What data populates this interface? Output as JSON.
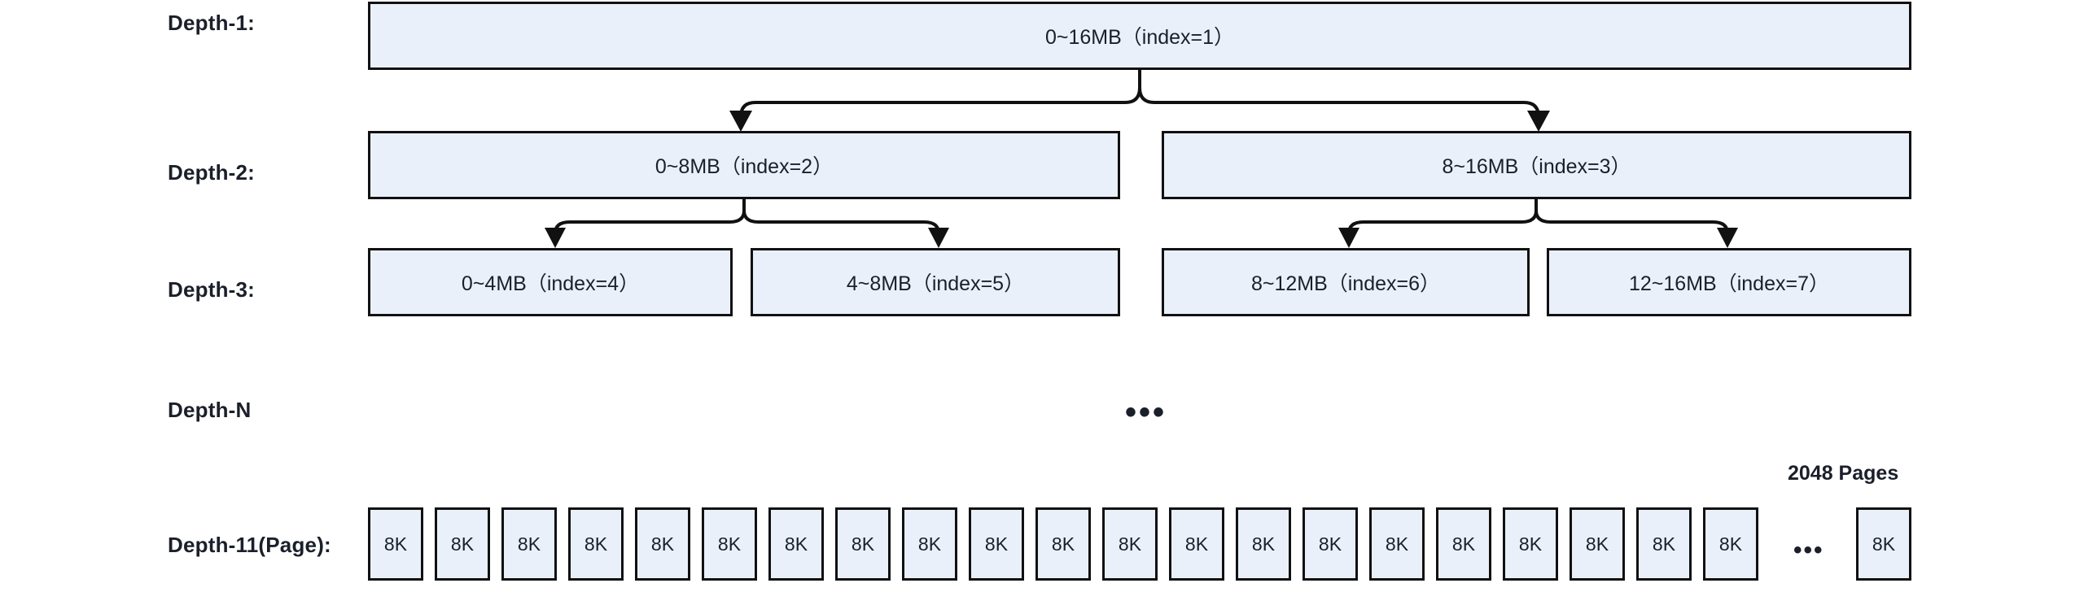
{
  "diagram": {
    "title": "Buddy allocator depth tree",
    "colors": {
      "node_fill": "#eaf0fa",
      "node_border": "#111111",
      "text": "#1b1f2a",
      "background": "#ffffff"
    },
    "rows": [
      {
        "label": "Depth-1:",
        "nodes": [
          {
            "text": "0~16MB（index=1）"
          }
        ]
      },
      {
        "label": "Depth-2:",
        "nodes": [
          {
            "text": "0~8MB（index=2）"
          },
          {
            "text": "8~16MB（index=3）"
          }
        ]
      },
      {
        "label": "Depth-3:",
        "nodes": [
          {
            "text": "0~4MB（index=4）"
          },
          {
            "text": "4~8MB（index=5）"
          },
          {
            "text": "8~12MB（index=6）"
          },
          {
            "text": "12~16MB（index=7）"
          }
        ]
      },
      {
        "label": "Depth-N",
        "ellipsis": "•••"
      },
      {
        "label": "Depth-11(Page):",
        "caption": "2048 Pages",
        "ellipsis": "•••",
        "page_label": "8K",
        "page_count_visible": 21,
        "trailing_page_label": "8K"
      }
    ]
  }
}
